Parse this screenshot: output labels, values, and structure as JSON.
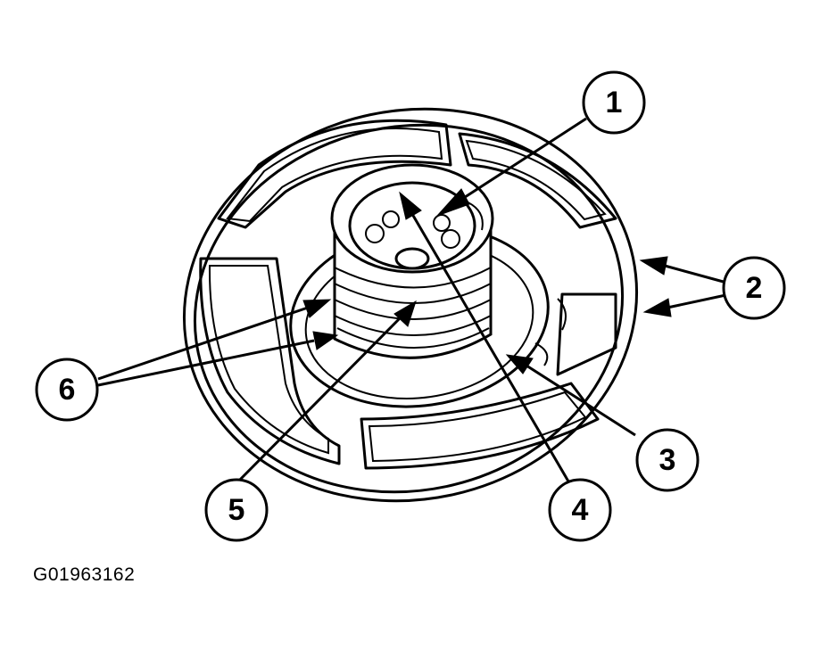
{
  "figure_id": "G01963162",
  "callouts": [
    {
      "label": "1"
    },
    {
      "label": "2"
    },
    {
      "label": "3"
    },
    {
      "label": "4"
    },
    {
      "label": "5"
    },
    {
      "label": "6"
    }
  ],
  "colors": {
    "line": "#000000",
    "background": "#ffffff"
  }
}
